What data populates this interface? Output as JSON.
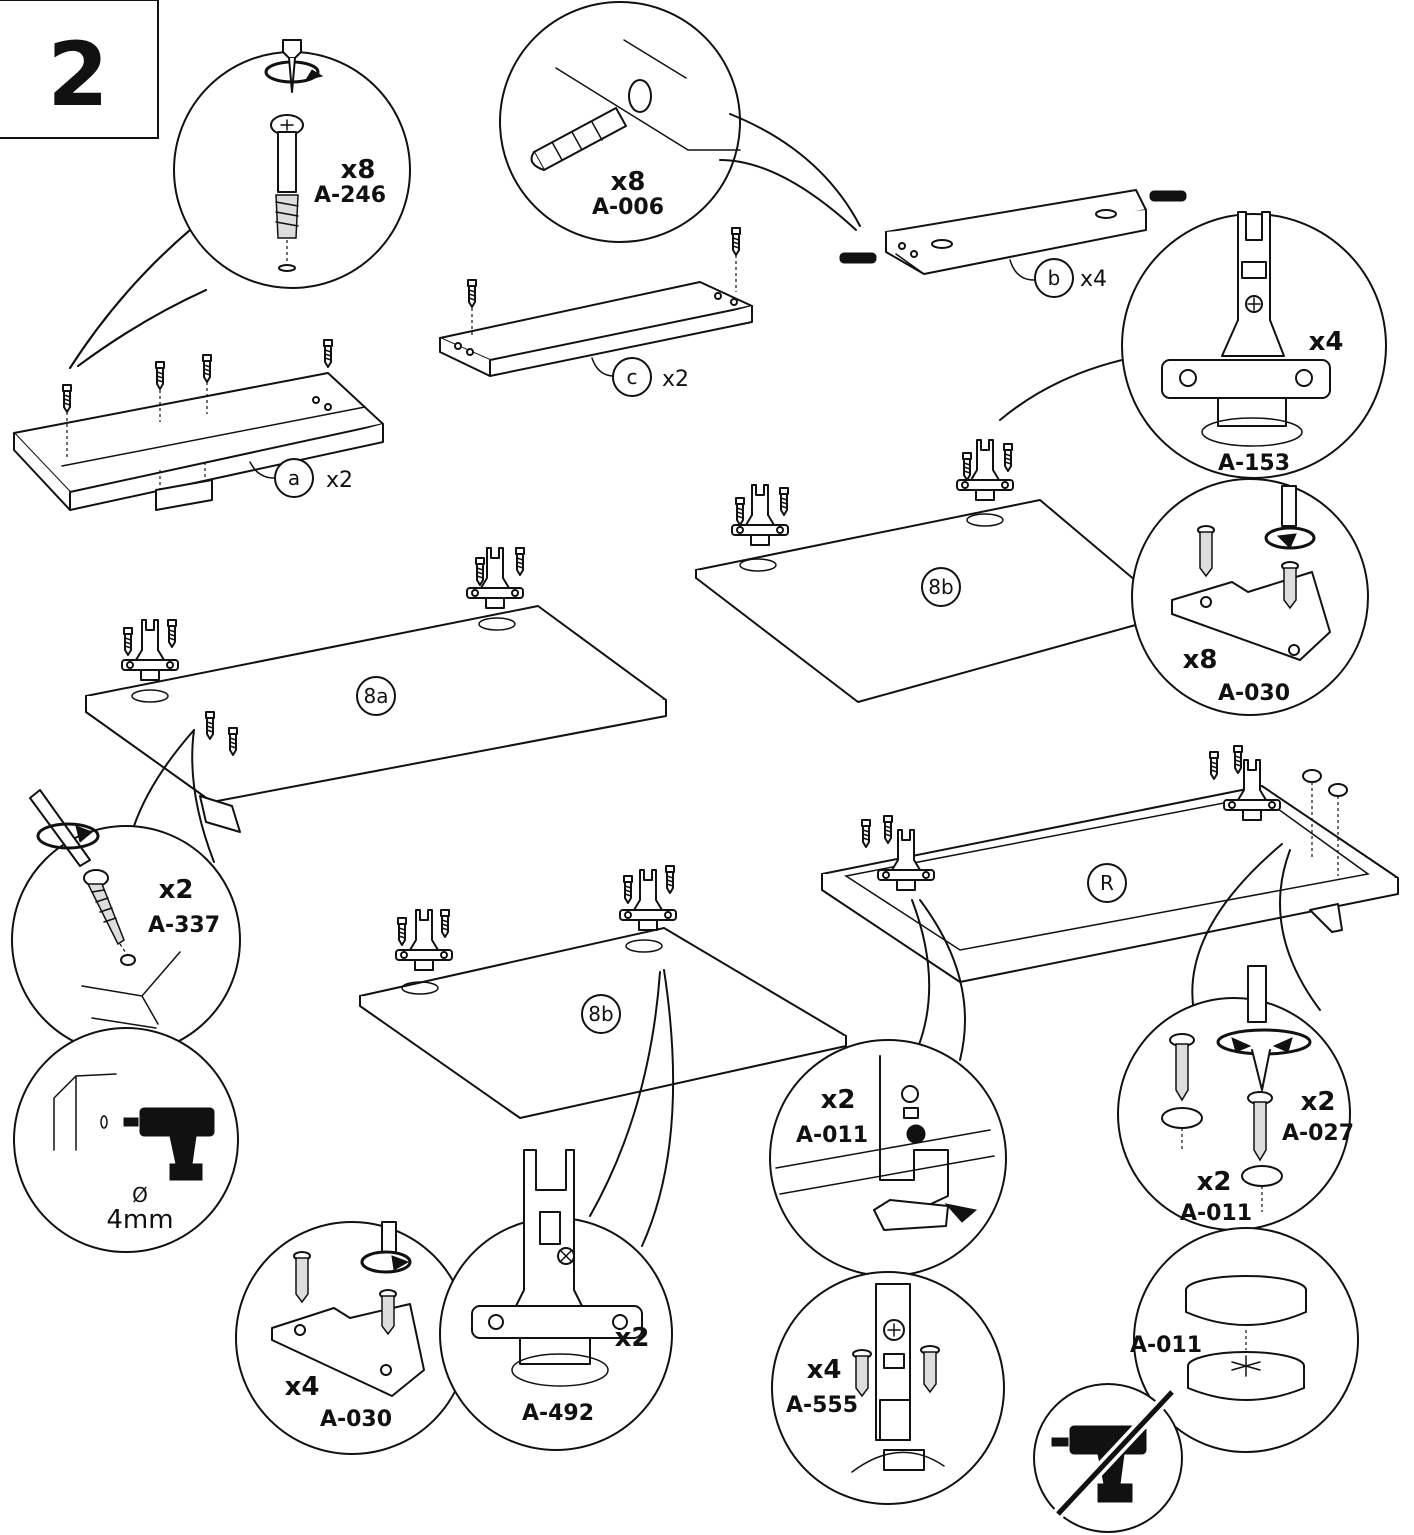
{
  "step_number": "2",
  "parts": {
    "a": {
      "letter": "a",
      "count": "x2"
    },
    "b": {
      "letter": "b",
      "count": "x4"
    },
    "c": {
      "letter": "c",
      "count": "x2"
    },
    "p8a": {
      "label": "8a"
    },
    "p8b_top": {
      "label": "8b"
    },
    "p8b_bottom": {
      "label": "8b"
    },
    "R": {
      "label": "R"
    }
  },
  "callouts": {
    "a246": {
      "qty": "x8",
      "code": "A-246"
    },
    "a006": {
      "qty": "x8",
      "code": "A-006"
    },
    "a153": {
      "qty": "x4",
      "code": "A-153"
    },
    "a030_top": {
      "qty": "x8",
      "code": "A-030"
    },
    "a337": {
      "qty": "x2",
      "code": "A-337"
    },
    "drill": {
      "symbol": "Ø",
      "size": "4mm"
    },
    "a030_bottom": {
      "qty": "x4",
      "code": "A-030"
    },
    "a492": {
      "qty": "x2",
      "code": "A-492"
    },
    "a011_left": {
      "qty": "x2",
      "code": "A-011"
    },
    "a555": {
      "qty": "x4",
      "code": "A-555"
    },
    "a027": {
      "qty": "x2",
      "code": "A-027"
    },
    "a011_right": {
      "qty": "x2",
      "code": "A-011"
    },
    "a011_cap": {
      "code": "A-011"
    }
  },
  "icons": [
    "screwdriver-icon",
    "drill-icon",
    "no-drill-icon",
    "cam-lock-icon",
    "dowel-icon",
    "hinge-icon",
    "screw-icon"
  ]
}
